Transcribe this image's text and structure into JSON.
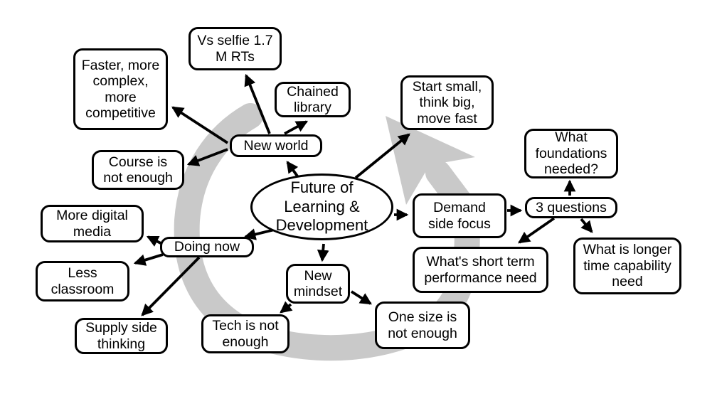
{
  "diagram": {
    "center": {
      "label": "Future of\nLearning &\nDevelopment"
    },
    "nodes": {
      "faster_more_complex": {
        "label": "Faster, more\ncomplex,\nmore\ncompetitive"
      },
      "vs_selfie": {
        "label": "Vs selfie 1.7\nM RTs"
      },
      "chained_library": {
        "label": "Chained\nlibrary"
      },
      "new_world": {
        "label": "New world"
      },
      "course_not_enough": {
        "label": "Course is\nnot enough"
      },
      "start_small": {
        "label": "Start small,\nthink big,\nmove fast"
      },
      "what_foundations": {
        "label": "What\nfoundations\nneeded?"
      },
      "demand_side": {
        "label": "Demand\nside focus"
      },
      "three_questions": {
        "label": "3 questions"
      },
      "whats_short_term": {
        "label": "What's short term\nperformance need"
      },
      "what_is_longer": {
        "label": "What is longer\ntime capability\nneed"
      },
      "more_digital": {
        "label": "More digital\nmedia"
      },
      "doing_now": {
        "label": "Doing now"
      },
      "less_classroom": {
        "label": "Less\nclassroom"
      },
      "supply_side": {
        "label": "Supply side\nthinking"
      },
      "new_mindset": {
        "label": "New\nmindset"
      },
      "tech_not_enough": {
        "label": "Tech is not\nenough"
      },
      "one_size": {
        "label": "One size is\nnot enough"
      }
    },
    "colors": {
      "background": "#ffffff",
      "node_fill": "#ffffff",
      "node_border": "#000000",
      "arrow": "#000000",
      "swoosh": "#c9c9c9"
    }
  }
}
